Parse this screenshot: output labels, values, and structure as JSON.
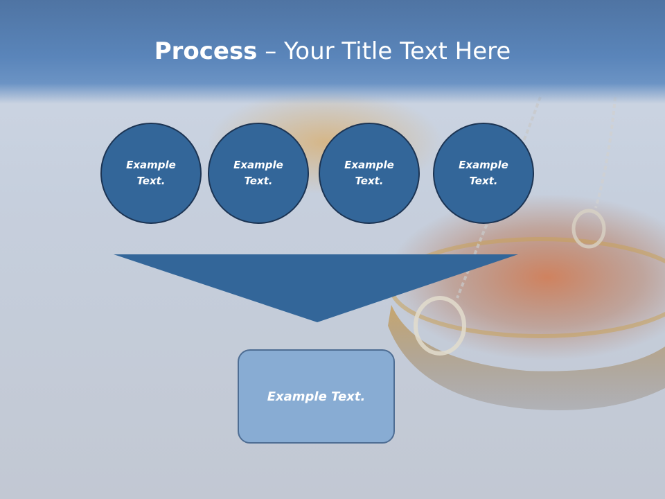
{
  "slide": {
    "title_bold": "Process",
    "title_rest": " – Your Title Text Here",
    "steps": [
      {
        "label": "Example Text."
      },
      {
        "label": "Example Text."
      },
      {
        "label": "Example Text."
      },
      {
        "label": "Example Text."
      }
    ],
    "result_label": "Example Text."
  },
  "colors": {
    "title_bar": "#5a85ba",
    "circle_fill": "#336699",
    "circle_border": "#1c3453",
    "funnel_fill": "#336699",
    "result_fill": "#88acd3",
    "result_border": "#4e6d93"
  },
  "icons": [
    "balance-scale-background-image"
  ]
}
